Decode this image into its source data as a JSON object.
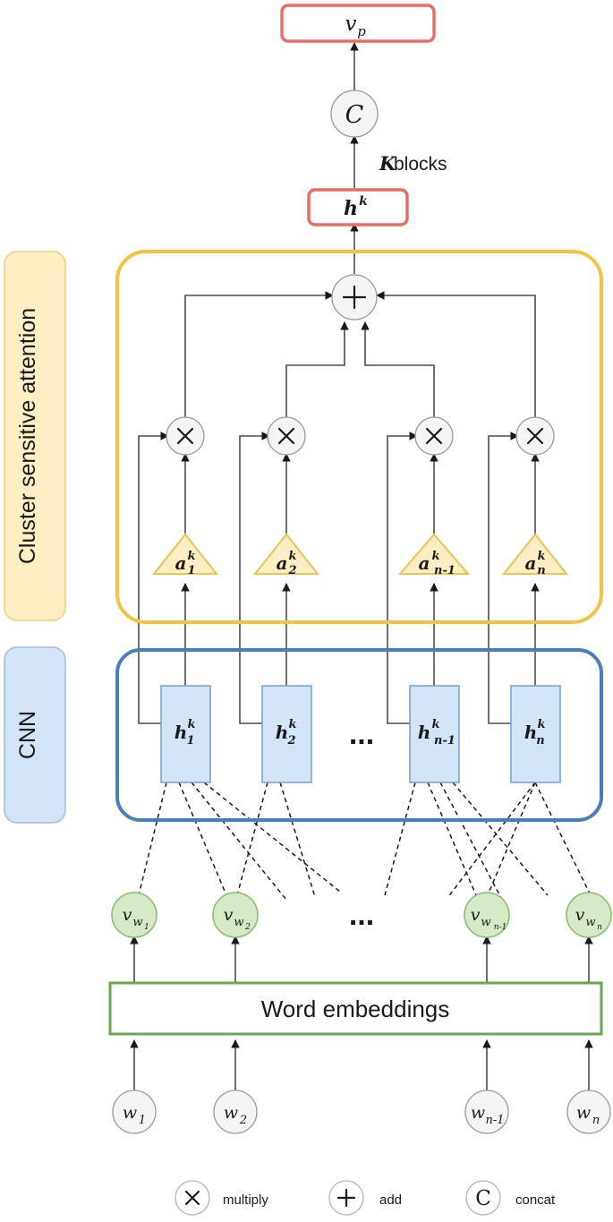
{
  "figure": {
    "title": "Cluster sensitive attention CNN architecture",
    "colors": {
      "red_border": "#ea6b63",
      "yellow_border": "#f5c342",
      "yellow_fill": "#fdeec4",
      "blue_border": "#4a7ebb",
      "blue_fill": "#d4e4f7",
      "green_border": "#6aa84f",
      "green_fill": "#d6e9c6",
      "node_fill": "#f5f5f5",
      "node_stroke": "#9a9a9a",
      "edge": "#4d4d4d"
    }
  },
  "output": {
    "vp_label": "v",
    "vp_sub": "p"
  },
  "concat_node": {
    "glyph": "C",
    "caption": "K blocks",
    "caption_italic": "K",
    "caption_rest": " blocks"
  },
  "block_output": {
    "label": "h",
    "sup": "k"
  },
  "sections": [
    {
      "id": "attention",
      "label": "Cluster sensitive attention"
    },
    {
      "id": "cnn",
      "label": "CNN"
    }
  ],
  "columns": [
    {
      "index": 0,
      "attention": {
        "base": "a",
        "sub": "1",
        "sup": "k"
      },
      "cnn": {
        "base": "h",
        "sub": "1",
        "sup": "k"
      },
      "embedding": {
        "base": "v",
        "sub": "w",
        "subsub": "1"
      },
      "word": {
        "base": "w",
        "sub": "1"
      }
    },
    {
      "index": 1,
      "attention": {
        "base": "a",
        "sub": "2",
        "sup": "k"
      },
      "cnn": {
        "base": "h",
        "sub": "2",
        "sup": "k"
      },
      "embedding": {
        "base": "v",
        "sub": "w",
        "subsub": "2"
      },
      "word": {
        "base": "w",
        "sub": "2"
      }
    },
    {
      "index": 2,
      "attention": {
        "base": "a",
        "sub": "n-1",
        "sup": "k"
      },
      "cnn": {
        "base": "h",
        "sub": "n-1",
        "sup": "k"
      },
      "embedding": {
        "base": "v",
        "sub": "w",
        "subsub": "n-1"
      },
      "word": {
        "base": "w",
        "sub": "n-1"
      }
    },
    {
      "index": 3,
      "attention": {
        "base": "a",
        "sub": "n",
        "sup": "k"
      },
      "cnn": {
        "base": "h",
        "sub": "n",
        "sup": "k"
      },
      "embedding": {
        "base": "v",
        "sub": "w",
        "subsub": "n"
      },
      "word": {
        "base": "w",
        "sub": "n"
      }
    }
  ],
  "ellipsis": "...",
  "word_embeddings": {
    "label": "Word embeddings"
  },
  "operators": {
    "multiply_glyph": "×",
    "add_glyph": "+",
    "concat_glyph": "C"
  },
  "legend": {
    "items": [
      {
        "glyph": "×",
        "label": "multiply",
        "icon": "multiply-icon"
      },
      {
        "glyph": "+",
        "label": "add",
        "icon": "add-icon"
      },
      {
        "glyph": "C",
        "label": "concat",
        "icon": "concat-icon"
      }
    ]
  }
}
